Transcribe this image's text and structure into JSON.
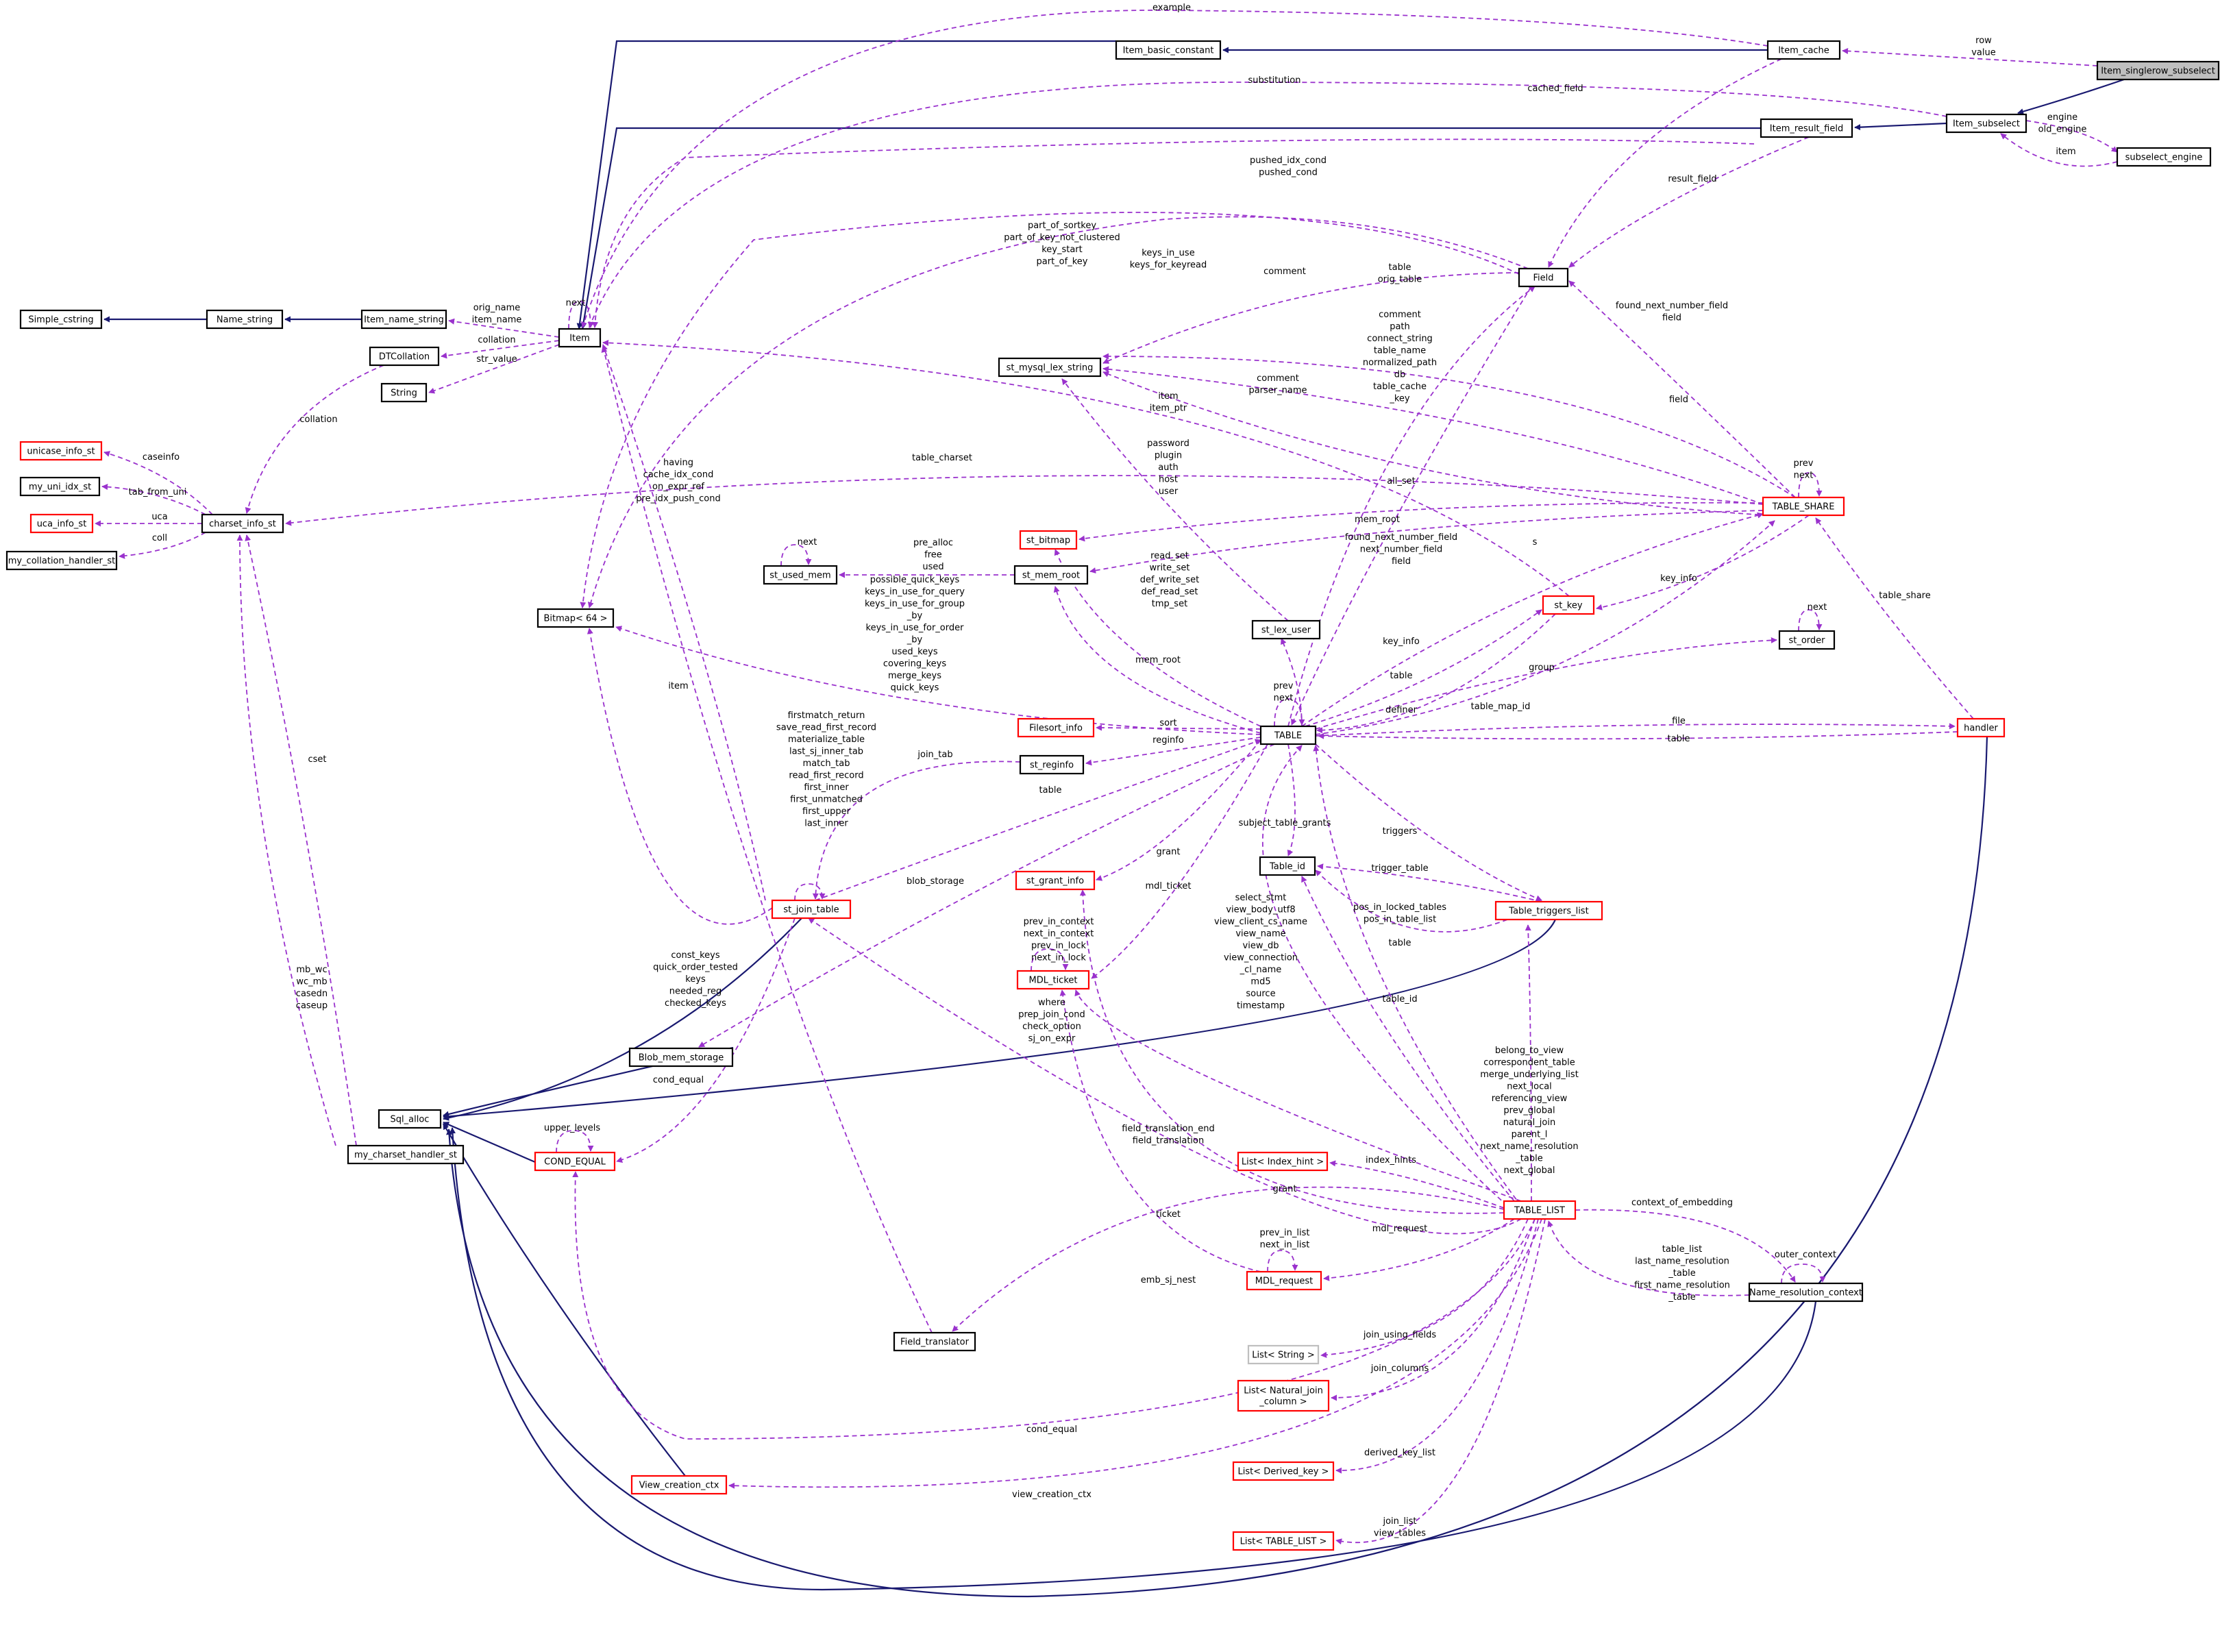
{
  "colors": {
    "inheritance_edge": "#191970",
    "usage_edge": "#9a32cd",
    "node_border_default": "#000000",
    "node_border_truncated": "#ff0000",
    "node_border_ghost": "#bfbfbf",
    "focused_node_fill": "#bfbfbf"
  },
  "diagram": {
    "nodes": [
      {
        "id": "Item_singlerow_subselect",
        "label": "Item_singlerow_subselect",
        "variant": "focused"
      },
      {
        "id": "Item_cache",
        "label": "Item_cache",
        "variant": "normal"
      },
      {
        "id": "Item_basic_constant",
        "label": "Item_basic_constant",
        "variant": "normal"
      },
      {
        "id": "Item_subselect",
        "label": "Item_subselect",
        "variant": "normal"
      },
      {
        "id": "Item_result_field",
        "label": "Item_result_field",
        "variant": "normal"
      },
      {
        "id": "subselect_engine",
        "label": "subselect_engine",
        "variant": "normal"
      },
      {
        "id": "Field",
        "label": "Field",
        "variant": "normal"
      },
      {
        "id": "Item",
        "label": "Item",
        "variant": "normal"
      },
      {
        "id": "Simple_cstring",
        "label": "Simple_cstring",
        "variant": "normal"
      },
      {
        "id": "Name_string",
        "label": "Name_string",
        "variant": "normal"
      },
      {
        "id": "Item_name_string",
        "label": "Item_name_string",
        "variant": "normal"
      },
      {
        "id": "DTCollation",
        "label": "DTCollation",
        "variant": "normal"
      },
      {
        "id": "String",
        "label": "String",
        "variant": "normal"
      },
      {
        "id": "st_mysql_lex_string",
        "label": "st_mysql_lex_string",
        "variant": "normal"
      },
      {
        "id": "unicase_info_st",
        "label": "unicase_info_st",
        "variant": "red"
      },
      {
        "id": "my_uni_idx_st",
        "label": "my_uni_idx_st",
        "variant": "normal"
      },
      {
        "id": "uca_info_st",
        "label": "uca_info_st",
        "variant": "red"
      },
      {
        "id": "charset_info_st",
        "label": "charset_info_st",
        "variant": "normal"
      },
      {
        "id": "my_collation_handler_st",
        "label": "my_collation_handler_st",
        "variant": "normal"
      },
      {
        "id": "TABLE_SHARE",
        "label": "TABLE_SHARE",
        "variant": "red"
      },
      {
        "id": "st_bitmap",
        "label": "st_bitmap",
        "variant": "red"
      },
      {
        "id": "st_used_mem",
        "label": "st_used_mem",
        "variant": "normal"
      },
      {
        "id": "st_mem_root",
        "label": "st_mem_root",
        "variant": "normal"
      },
      {
        "id": "Bitmap64",
        "label": "Bitmap< 64 >",
        "variant": "normal"
      },
      {
        "id": "st_key",
        "label": "st_key",
        "variant": "red"
      },
      {
        "id": "st_lex_user",
        "label": "st_lex_user",
        "variant": "normal"
      },
      {
        "id": "st_order",
        "label": "st_order",
        "variant": "normal"
      },
      {
        "id": "handler",
        "label": "handler",
        "variant": "red"
      },
      {
        "id": "Filesort_info",
        "label": "Filesort_info",
        "variant": "red"
      },
      {
        "id": "TABLE",
        "label": "TABLE",
        "variant": "normal"
      },
      {
        "id": "st_reginfo",
        "label": "st_reginfo",
        "variant": "normal"
      },
      {
        "id": "Table_id",
        "label": "Table_id",
        "variant": "normal"
      },
      {
        "id": "st_grant_info",
        "label": "st_grant_info",
        "variant": "red"
      },
      {
        "id": "Table_triggers_list",
        "label": "Table_triggers_list",
        "variant": "red"
      },
      {
        "id": "st_join_table",
        "label": "st_join_table",
        "variant": "red"
      },
      {
        "id": "MDL_ticket",
        "label": "MDL_ticket",
        "variant": "red"
      },
      {
        "id": "Blob_mem_storage",
        "label": "Blob_mem_storage",
        "variant": "normal"
      },
      {
        "id": "Sql_alloc",
        "label": "Sql_alloc",
        "variant": "normal"
      },
      {
        "id": "my_charset_handler_st",
        "label": "my_charset_handler_st",
        "variant": "normal"
      },
      {
        "id": "COND_EQUAL",
        "label": "COND_EQUAL",
        "variant": "red"
      },
      {
        "id": "List_Index_hint",
        "label": "List< Index_hint >",
        "variant": "red"
      },
      {
        "id": "TABLE_LIST",
        "label": "TABLE_LIST",
        "variant": "red"
      },
      {
        "id": "MDL_request",
        "label": "MDL_request",
        "variant": "red"
      },
      {
        "id": "Name_resolution_context",
        "label": "Name_resolution_context",
        "variant": "normal"
      },
      {
        "id": "Field_translator",
        "label": "Field_translator",
        "variant": "normal"
      },
      {
        "id": "List_String",
        "label": "List< String >",
        "variant": "ghost"
      },
      {
        "id": "List_Natural_join_column",
        "label": "List< Natural_join\n_column >",
        "variant": "red"
      },
      {
        "id": "List_Derived_key",
        "label": "List< Derived_key >",
        "variant": "red"
      },
      {
        "id": "View_creation_ctx",
        "label": "View_creation_ctx",
        "variant": "red"
      },
      {
        "id": "List_TABLE_LIST",
        "label": "List< TABLE_LIST >",
        "variant": "red"
      }
    ],
    "edges": [
      {
        "id": "e1",
        "kind": "inherit",
        "label": ""
      },
      {
        "id": "e2",
        "kind": "inherit",
        "label": ""
      },
      {
        "id": "e3",
        "kind": "inherit",
        "label": ""
      },
      {
        "id": "e4",
        "kind": "inherit",
        "label": ""
      },
      {
        "id": "e5",
        "kind": "inherit",
        "label": ""
      },
      {
        "id": "e6",
        "kind": "inherit",
        "label": ""
      },
      {
        "id": "e7",
        "kind": "inherit",
        "label": ""
      },
      {
        "id": "e8",
        "kind": "inherit",
        "label": ""
      },
      {
        "id": "e9",
        "kind": "inherit",
        "label": ""
      },
      {
        "id": "e10",
        "kind": "inherit",
        "label": ""
      },
      {
        "id": "e11",
        "kind": "inherit",
        "label": ""
      },
      {
        "id": "e12",
        "kind": "inherit",
        "label": ""
      },
      {
        "id": "e13",
        "kind": "inherit",
        "label": ""
      },
      {
        "id": "e14",
        "kind": "inherit",
        "label": ""
      },
      {
        "id": "u1",
        "kind": "use",
        "label": "row\nvalue"
      },
      {
        "id": "u2",
        "kind": "use",
        "label": "example"
      },
      {
        "id": "u3",
        "kind": "use",
        "label": "substitution"
      },
      {
        "id": "u4",
        "kind": "use",
        "label": "cached_field"
      },
      {
        "id": "u5",
        "kind": "use",
        "label": "engine\nold_engine"
      },
      {
        "id": "u6",
        "kind": "use",
        "label": "item"
      },
      {
        "id": "u7",
        "kind": "use",
        "label": "result_field"
      },
      {
        "id": "u8",
        "kind": "use",
        "label": "pushed_idx_cond\npushed_cond"
      },
      {
        "id": "u9",
        "kind": "use",
        "label": "next"
      },
      {
        "id": "u10",
        "kind": "use",
        "label": "orig_name\nitem_name"
      },
      {
        "id": "u11",
        "kind": "use",
        "label": "collation"
      },
      {
        "id": "u12",
        "kind": "use",
        "label": "str_value"
      },
      {
        "id": "u13",
        "kind": "use",
        "label": "collation"
      },
      {
        "id": "u14",
        "kind": "use",
        "label": "caseinfo"
      },
      {
        "id": "u15",
        "kind": "use",
        "label": "tab_from_uni"
      },
      {
        "id": "u16",
        "kind": "use",
        "label": "uca"
      },
      {
        "id": "u17",
        "kind": "use",
        "label": "coll"
      },
      {
        "id": "u18",
        "kind": "use",
        "label": "cset"
      },
      {
        "id": "u19",
        "kind": "use",
        "label": "mb_wc\nwc_mb\ncasedn\ncaseup"
      },
      {
        "id": "u20",
        "kind": "use",
        "label": "table_charset"
      },
      {
        "id": "u21",
        "kind": "use",
        "label": "comment"
      },
      {
        "id": "u22",
        "kind": "use",
        "label": "part_of_sortkey\npart_of_key_not_clustered\nkey_start\npart_of_key"
      },
      {
        "id": "u23",
        "kind": "use",
        "label": "keys_in_use\nkeys_for_keyread"
      },
      {
        "id": "u24",
        "kind": "use",
        "label": "table\norig_table"
      },
      {
        "id": "u25",
        "kind": "use",
        "label": "comment\npath\nconnect_string\ntable_name\nnormalized_path\ndb\ntable_cache\n_key"
      },
      {
        "id": "u26",
        "kind": "use",
        "label": "comment\nparser_name"
      },
      {
        "id": "u27",
        "kind": "use",
        "label": "found_next_number_field\nfield"
      },
      {
        "id": "u28",
        "kind": "use",
        "label": "field"
      },
      {
        "id": "u29",
        "kind": "use",
        "label": "item\nitem_ptr"
      },
      {
        "id": "u30",
        "kind": "use",
        "label": "password\nplugin\nauth\nhost\nuser"
      },
      {
        "id": "u31",
        "kind": "use",
        "label": "having\ncache_idx_cond\non_expr_ref\npre_idx_push_cond"
      },
      {
        "id": "u32",
        "kind": "use",
        "label": "all_set"
      },
      {
        "id": "u33",
        "kind": "use",
        "label": "mem_root"
      },
      {
        "id": "u34",
        "kind": "use",
        "label": "prev\nnext"
      },
      {
        "id": "u35",
        "kind": "use",
        "label": "next"
      },
      {
        "id": "u36",
        "kind": "use",
        "label": "pre_alloc\nfree\nused"
      },
      {
        "id": "u37",
        "kind": "use",
        "label": "possible_quick_keys\nkeys_in_use_for_query\nkeys_in_use_for_group\n_by\nkeys_in_use_for_order\n_by\nused_keys\ncovering_keys\nmerge_keys\nquick_keys"
      },
      {
        "id": "u38",
        "kind": "use",
        "label": "read_set\nwrite_set\ndef_write_set\ndef_read_set\ntmp_set"
      },
      {
        "id": "u39",
        "kind": "use",
        "label": "found_next_number_field\nnext_number_field\nfield"
      },
      {
        "id": "u40",
        "kind": "use",
        "label": "s"
      },
      {
        "id": "u41",
        "kind": "use",
        "label": "key_info"
      },
      {
        "id": "u42",
        "kind": "use",
        "label": "key_info"
      },
      {
        "id": "u43",
        "kind": "use",
        "label": "table"
      },
      {
        "id": "u44",
        "kind": "use",
        "label": "next"
      },
      {
        "id": "u45",
        "kind": "use",
        "label": "group"
      },
      {
        "id": "u46",
        "kind": "use",
        "label": "table_share"
      },
      {
        "id": "u47",
        "kind": "use",
        "label": "mem_root"
      },
      {
        "id": "u48",
        "kind": "use",
        "label": "prev\nnext"
      },
      {
        "id": "u49",
        "kind": "use",
        "label": "definer"
      },
      {
        "id": "u50",
        "kind": "use",
        "label": "table_map_id"
      },
      {
        "id": "u51",
        "kind": "use",
        "label": "file"
      },
      {
        "id": "u52",
        "kind": "use",
        "label": "table"
      },
      {
        "id": "u53",
        "kind": "use",
        "label": "sort"
      },
      {
        "id": "u54",
        "kind": "use",
        "label": "reginfo"
      },
      {
        "id": "u55",
        "kind": "use",
        "label": "item"
      },
      {
        "id": "u56",
        "kind": "use",
        "label": "join_tab"
      },
      {
        "id": "u57",
        "kind": "use",
        "label": "table"
      },
      {
        "id": "u58",
        "kind": "use",
        "label": "firstmatch_return\nsave_read_first_record\nmaterialize_table\nlast_sj_inner_tab\nmatch_tab\nread_first_record\nfirst_inner\nfirst_unmatched\nfirst_upper\nlast_inner"
      },
      {
        "id": "u59",
        "kind": "use",
        "label": "subject_table_grants"
      },
      {
        "id": "u60",
        "kind": "use",
        "label": "triggers"
      },
      {
        "id": "u61",
        "kind": "use",
        "label": "grant"
      },
      {
        "id": "u62",
        "kind": "use",
        "label": "mdl_ticket"
      },
      {
        "id": "u63",
        "kind": "use",
        "label": "trigger_table"
      },
      {
        "id": "u64",
        "kind": "use",
        "label": "pos_in_locked_tables\npos_in_table_list"
      },
      {
        "id": "u65",
        "kind": "use",
        "label": "table"
      },
      {
        "id": "u66",
        "kind": "use",
        "label": "blob_storage"
      },
      {
        "id": "u67",
        "kind": "use",
        "label": "const_keys\nquick_order_tested\nkeys\nneeded_reg\nchecked_keys"
      },
      {
        "id": "u68",
        "kind": "use",
        "label": "prev_in_context\nnext_in_context\nprev_in_lock\nnext_in_lock"
      },
      {
        "id": "u69",
        "kind": "use",
        "label": "select_stmt\nview_body_utf8\nview_client_cs_name\nview_name\nview_db\nview_connection\n_cl_name\nmd5\nsource\ntimestamp"
      },
      {
        "id": "u70",
        "kind": "use",
        "label": "table_id"
      },
      {
        "id": "u71",
        "kind": "use",
        "label": "where\nprep_join_cond\ncheck_option\nsj_on_expr"
      },
      {
        "id": "u72",
        "kind": "use",
        "label": "cond_equal"
      },
      {
        "id": "u73",
        "kind": "use",
        "label": "upper_levels"
      },
      {
        "id": "u74",
        "kind": "use",
        "label": "belong_to_view\ncorrespondent_table\nmerge_underlying_list\nnext_local\nreferencing_view\nprev_global\nnatural_join\nparent_l\nnext_name_resolution\n_table\nnext_global"
      },
      {
        "id": "u75",
        "kind": "use",
        "label": "field_translation_end\nfield_translation"
      },
      {
        "id": "u76",
        "kind": "use",
        "label": "index_hints"
      },
      {
        "id": "u77",
        "kind": "use",
        "label": "grant"
      },
      {
        "id": "u78",
        "kind": "use",
        "label": "context_of_embedding"
      },
      {
        "id": "u79",
        "kind": "use",
        "label": "ticket"
      },
      {
        "id": "u80",
        "kind": "use",
        "label": "prev_in_list\nnext_in_list"
      },
      {
        "id": "u81",
        "kind": "use",
        "label": "mdl_request"
      },
      {
        "id": "u82",
        "kind": "use",
        "label": "table_list\nlast_name_resolution\n_table\nfirst_name_resolution\n_table"
      },
      {
        "id": "u83",
        "kind": "use",
        "label": "outer_context"
      },
      {
        "id": "u84",
        "kind": "use",
        "label": "emb_sj_nest"
      },
      {
        "id": "u85",
        "kind": "use",
        "label": "join_using_fields"
      },
      {
        "id": "u86",
        "kind": "use",
        "label": "join_columns"
      },
      {
        "id": "u87",
        "kind": "use",
        "label": "cond_equal"
      },
      {
        "id": "u88",
        "kind": "use",
        "label": "derived_key_list"
      },
      {
        "id": "u89",
        "kind": "use",
        "label": "view_creation_ctx"
      },
      {
        "id": "u90",
        "kind": "use",
        "label": "join_list\nview_tables"
      }
    ]
  }
}
